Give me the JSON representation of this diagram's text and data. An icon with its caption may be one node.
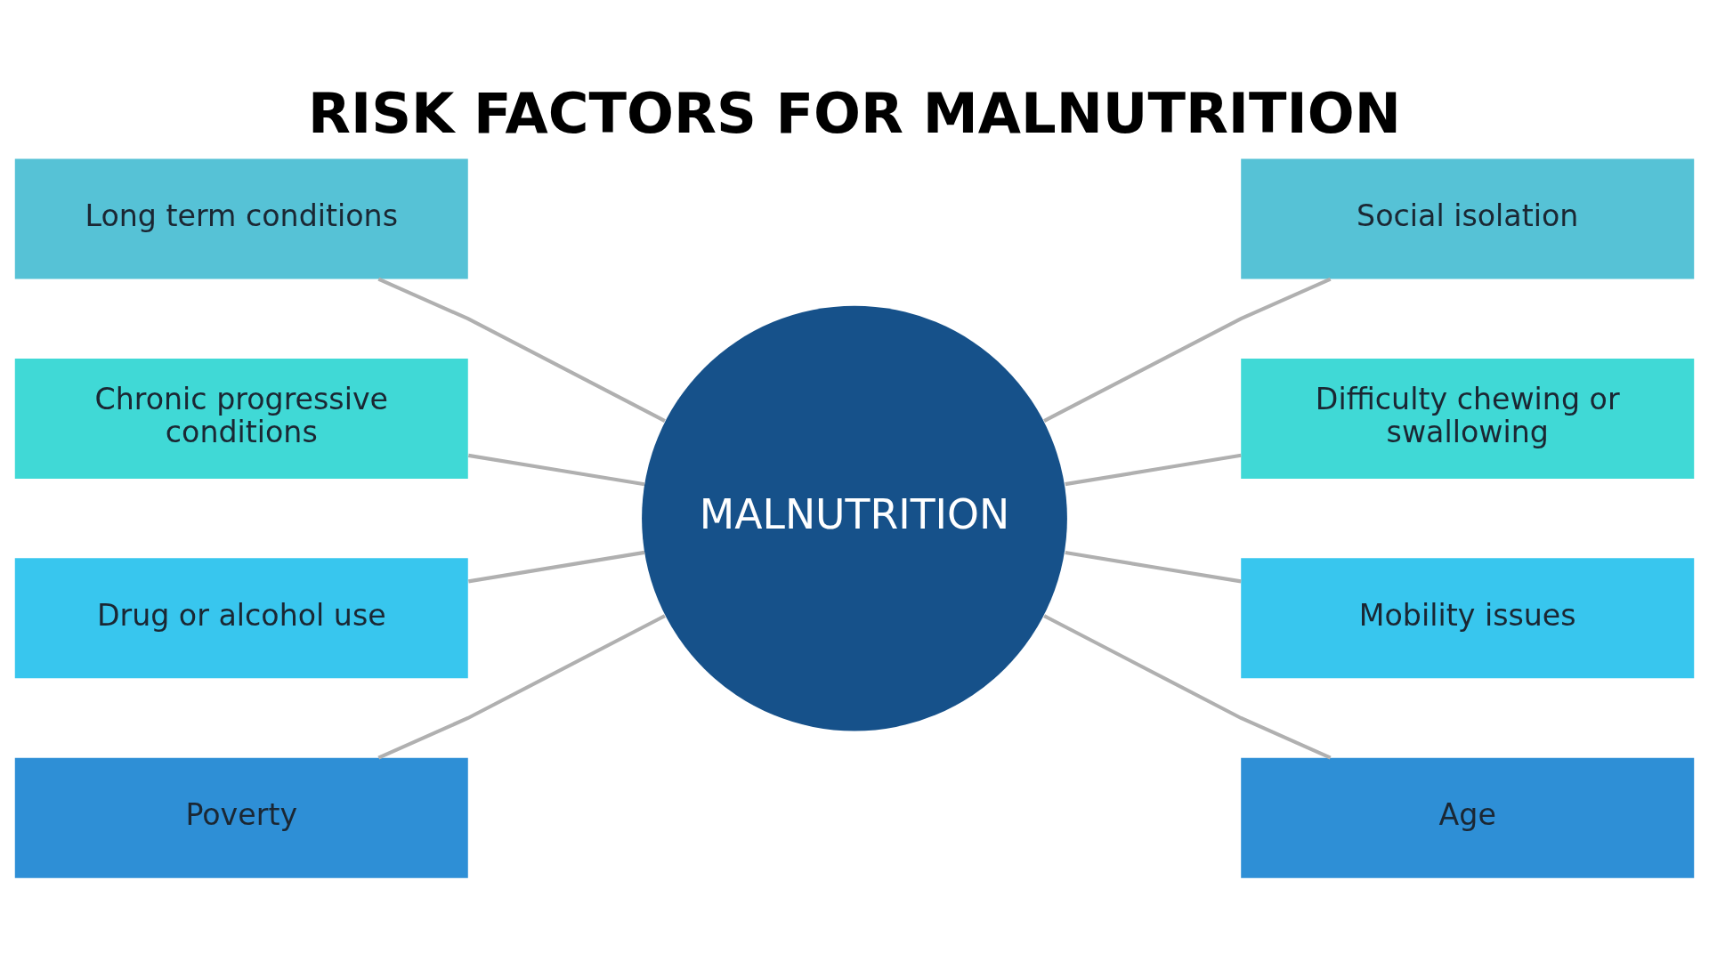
{
  "diagram": {
    "title": "RISK FACTORS FOR MALNUTRITION",
    "nodes": [
      {
        "text": [
          "Long term conditions"
        ]
      },
      {
        "text": [
          "Chronic progressive conditions"
        ]
      },
      {
        "text": [
          "Drug or alcohol use"
        ]
      },
      {
        "text": [
          "Poverty"
        ]
      },
      {
        "text": [
          "MALNUTRITION"
        ]
      },
      {
        "text": [
          "Social isolation"
        ]
      },
      {
        "text": [
          "Difficulty chewing or swallowing"
        ]
      },
      {
        "text": [
          "Mobility issues"
        ]
      },
      {
        "text": [
          "Age"
        ]
      }
    ],
    "edges": [
      {
        "from": 0,
        "to": 4,
        "arrow": "none"
      },
      {
        "from": 1,
        "to": 4,
        "arrow": "none"
      },
      {
        "from": 2,
        "to": 4,
        "arrow": "none"
      },
      {
        "from": 3,
        "to": 4,
        "arrow": "none"
      },
      {
        "from": 4,
        "to": 5,
        "arrow": "none"
      },
      {
        "from": 4,
        "to": 6,
        "arrow": "none"
      },
      {
        "from": 4,
        "to": 7,
        "arrow": "none"
      },
      {
        "from": 4,
        "to": 8,
        "arrow": "none"
      }
    ]
  }
}
